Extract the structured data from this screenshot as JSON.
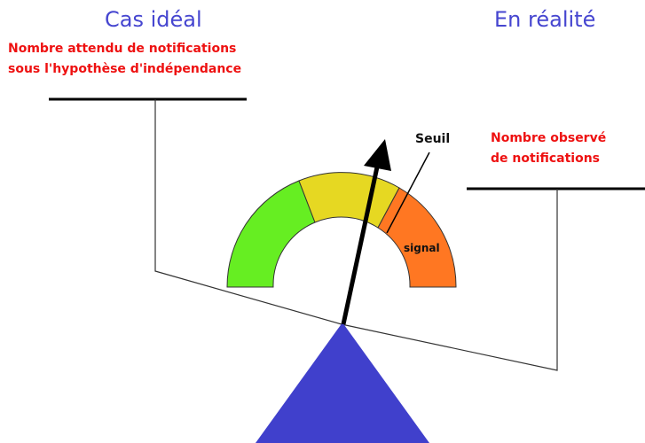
{
  "titles": {
    "left": "Cas idéal",
    "right": "En réalité"
  },
  "notes": {
    "expected_line1": "Nombre attendu de notifications",
    "expected_line2": "sous l'hypothèse d'indépendance",
    "observed_line1": "Nombre observé",
    "observed_line2": "de notifications"
  },
  "gauge": {
    "threshold_label": "Seuil",
    "signal_label": "signal",
    "zones": [
      {
        "name": "green",
        "color": "#66ee22"
      },
      {
        "name": "yellow",
        "color": "#e6d822"
      },
      {
        "name": "orange",
        "color": "#ff7722"
      }
    ]
  },
  "colors": {
    "title": "#4646d0",
    "note": "#ee1111",
    "fulcrum": "#4040cc",
    "text": "#111111"
  }
}
